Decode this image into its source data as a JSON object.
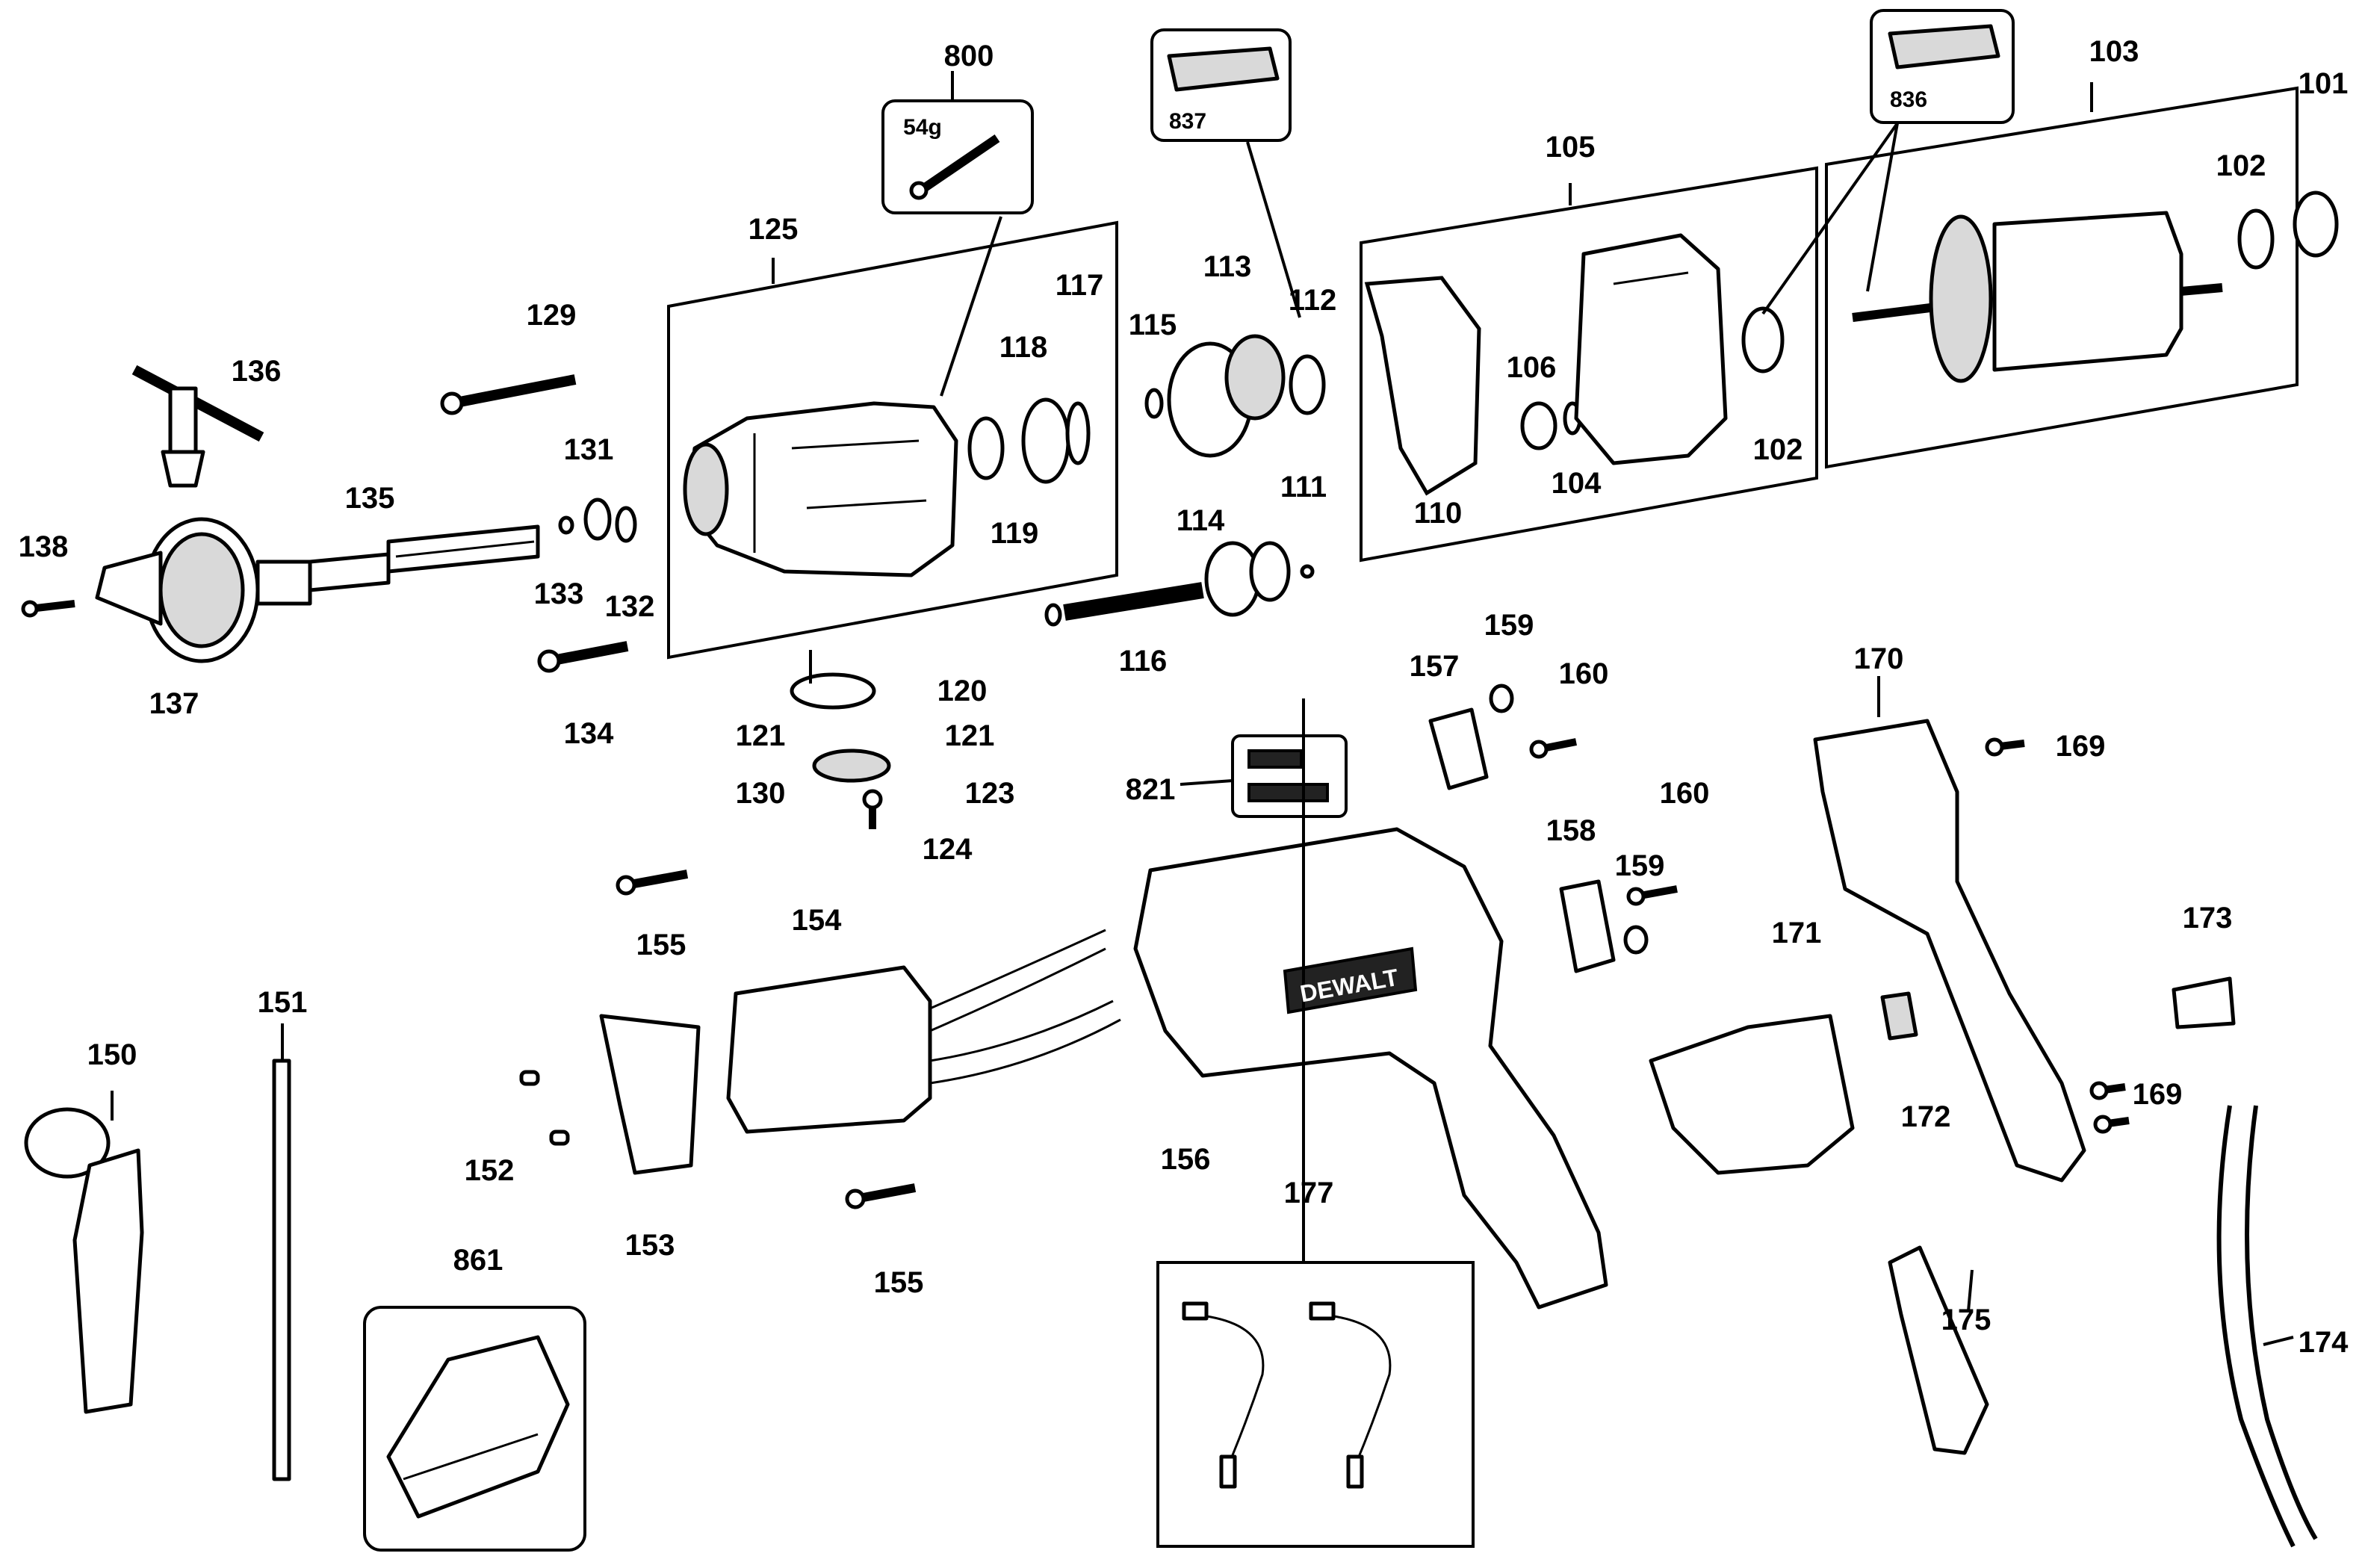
{
  "diagram": {
    "brand_mark": "DEWALT",
    "weight_tag": "54g",
    "labels": {
      "p101": "101",
      "p102a": "102",
      "p102b": "102",
      "p103": "103",
      "p104": "104",
      "p105": "105",
      "p106": "106",
      "p110": "110",
      "p111": "111",
      "p112": "112",
      "p113": "113",
      "p114": "114",
      "p115": "115",
      "p116": "116",
      "p117": "117",
      "p118": "118",
      "p119": "119",
      "p120": "120",
      "p121a": "121",
      "p121b": "121",
      "p123": "123",
      "p124": "124",
      "p125": "125",
      "p129": "129",
      "p130": "130",
      "p131": "131",
      "p132": "132",
      "p133": "133",
      "p134": "134",
      "p135": "135",
      "p136": "136",
      "p137": "137",
      "p138": "138",
      "p150": "150",
      "p151": "151",
      "p152": "152",
      "p153": "153",
      "p154": "154",
      "p155a": "155",
      "p155b": "155",
      "p156": "156",
      "p157": "157",
      "p158": "158",
      "p159a": "159",
      "p159b": "159",
      "p160a": "160",
      "p160b": "160",
      "p169a": "169",
      "p169b": "169",
      "p170": "170",
      "p171": "171",
      "p172": "172",
      "p173": "173",
      "p174": "174",
      "p175": "175",
      "p177": "177",
      "p800": "800",
      "p821": "821",
      "p836": "836",
      "p837": "837",
      "p861": "861"
    }
  }
}
